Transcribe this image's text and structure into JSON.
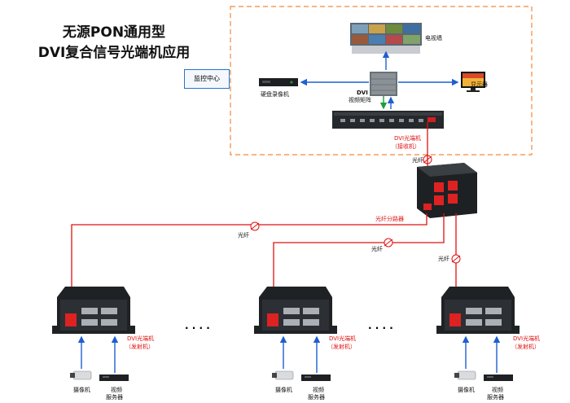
{
  "title": {
    "line1": "无源PON通用型",
    "line2": "DVI复合信号光端机应用"
  },
  "monitoring_center": "监控中心",
  "devices": {
    "tv_wall": "电视墙",
    "dvr": "硬盘录像机",
    "matrix_line1": "DVI",
    "matrix_line2": "视频矩阵",
    "display": "显示器",
    "receiver_line1": "DVI光端机",
    "receiver_line2": "（接收机）",
    "splitter": "光纤分路器",
    "transmitter_line1": "DVI光端机",
    "transmitter_line2": "（发射机）",
    "camera": "摄像机",
    "video_server_line1": "视频",
    "video_server_line2": "服务器"
  },
  "fiber_label": "光纤",
  "ellipsis": "· · · ·"
}
